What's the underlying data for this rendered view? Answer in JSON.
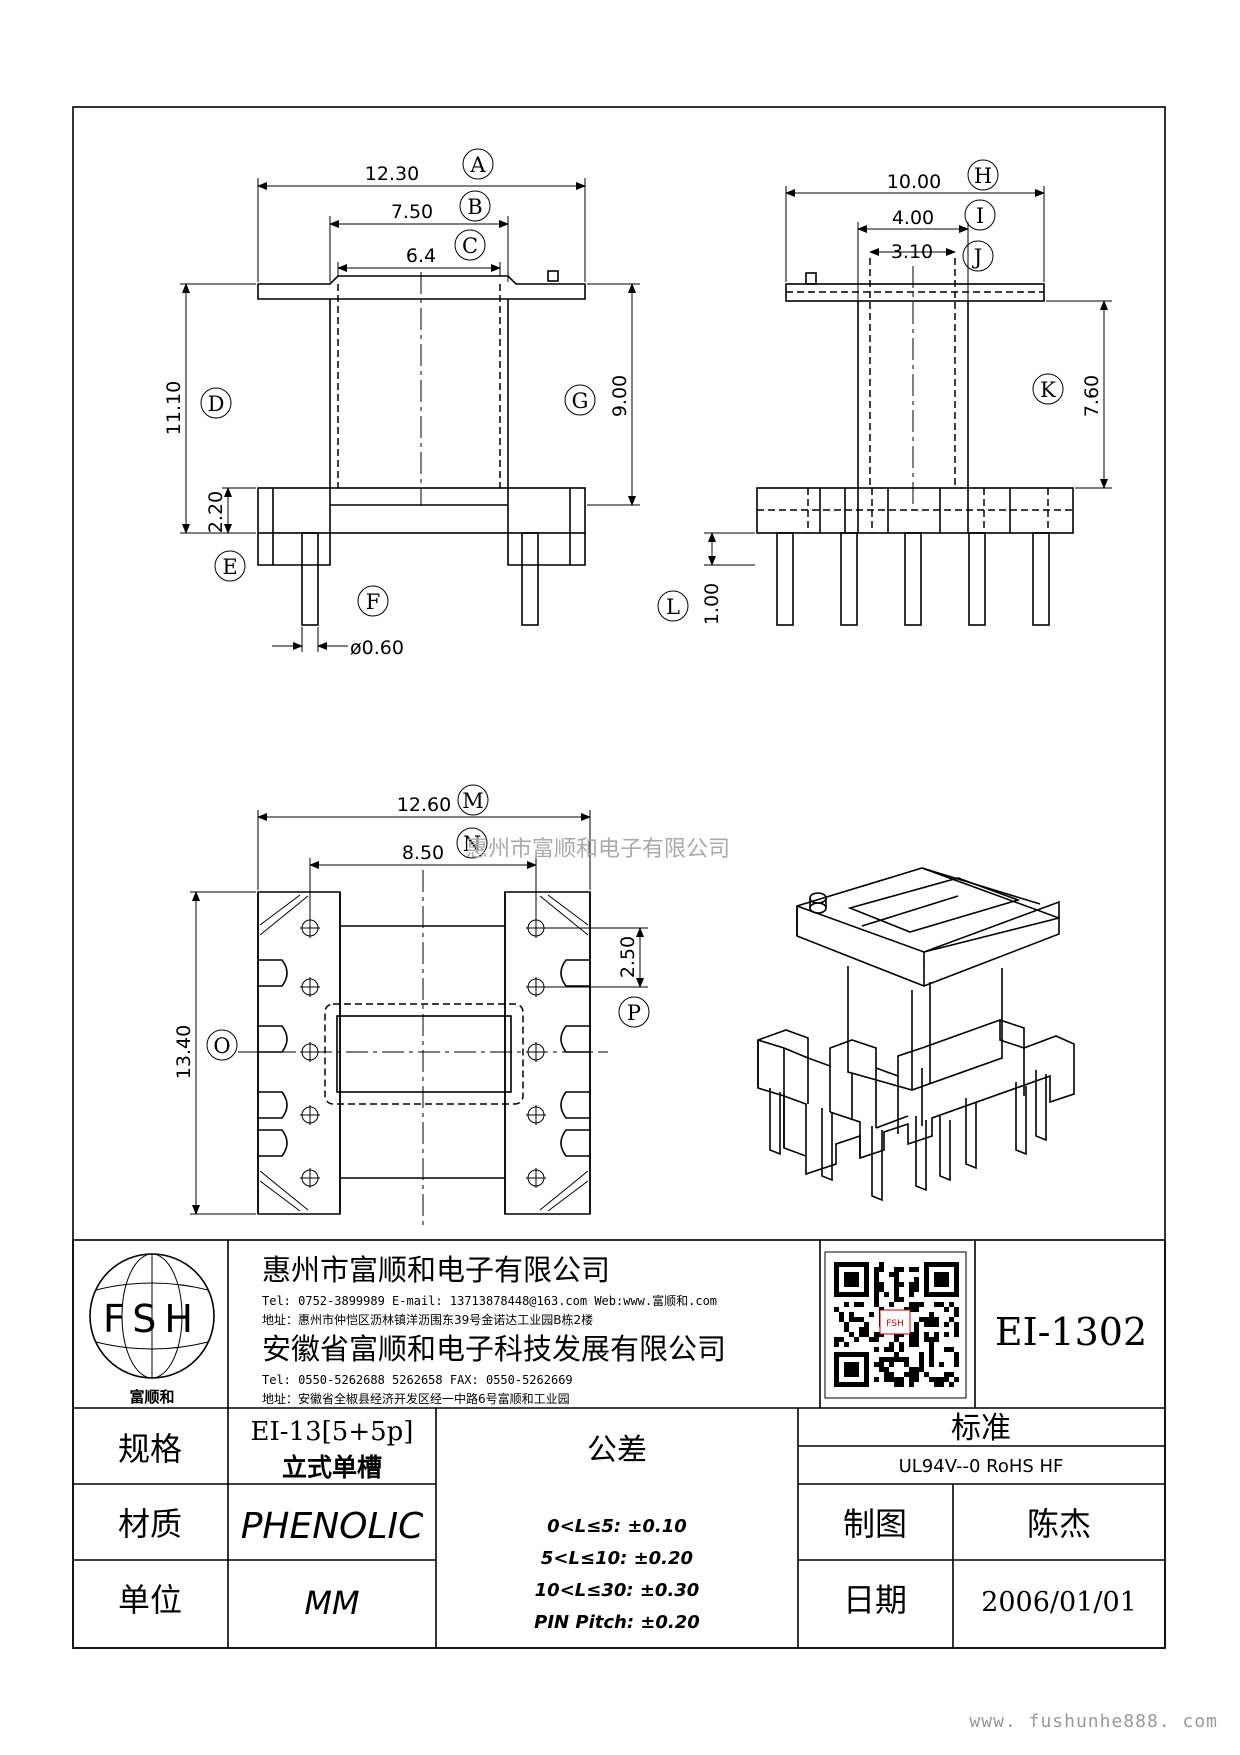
{
  "drawing": {
    "dimensions": {
      "A": "12.30",
      "B": "7.50",
      "C": "6.4",
      "D": "11.10",
      "E": "2.20",
      "F": "ø0.60",
      "G": "9.00",
      "H": "10.00",
      "I": "4.00",
      "J": "3.10",
      "K": "7.60",
      "L": "1.00",
      "M": "12.60",
      "N": "8.50",
      "O": "13.40",
      "P": "2.50"
    },
    "labels": [
      "A",
      "B",
      "C",
      "D",
      "E",
      "F",
      "G",
      "H",
      "I",
      "J",
      "K",
      "L",
      "M",
      "N",
      "O",
      "P"
    ],
    "watermark": "惠州市富顺和电子有限公司",
    "website": "www. fushunhe888. com"
  },
  "title_block": {
    "logo_text": "FSH",
    "logo_caption": "富顺和",
    "company1": "惠州市富顺和电子有限公司",
    "company1_contact": "Tel: 0752-3899989  E-mail: 13713878448@163.com  Web:www.富顺和.com",
    "company1_address": "地址：惠州市仲恺区沥林镇洋沥围东39号金诺达工业园B栋2楼",
    "company2": "安徽省富顺和电子科技发展有限公司",
    "company2_contact": "Tel: 0550-5262688  5262658    FAX: 0550-5262669",
    "company2_address": "地址：安徽省全椒县经济开发区经一中路6号富顺和工业园",
    "qr_caption": "FSH",
    "part_number": "EI-1302",
    "spec_label": "规格",
    "spec_value_1": "EI-13[5+5p]",
    "spec_value_2": "立式单槽",
    "tolerance_label": "公差",
    "standard_label": "标准",
    "standard_value": "UL94V--0  RoHS HF",
    "material_label": "材质",
    "material_value": "PHENOLIC",
    "drawn_label": "制图",
    "drawn_value": "陈杰",
    "unit_label": "单位",
    "unit_value": "MM",
    "date_label": "日期",
    "date_value": "2006/01/01",
    "tolerances": [
      "0<L≤5: ±0.10",
      "5<L≤10: ±0.20",
      "10<L≤30: ±0.30",
      "PIN Pitch: ±0.20"
    ]
  }
}
